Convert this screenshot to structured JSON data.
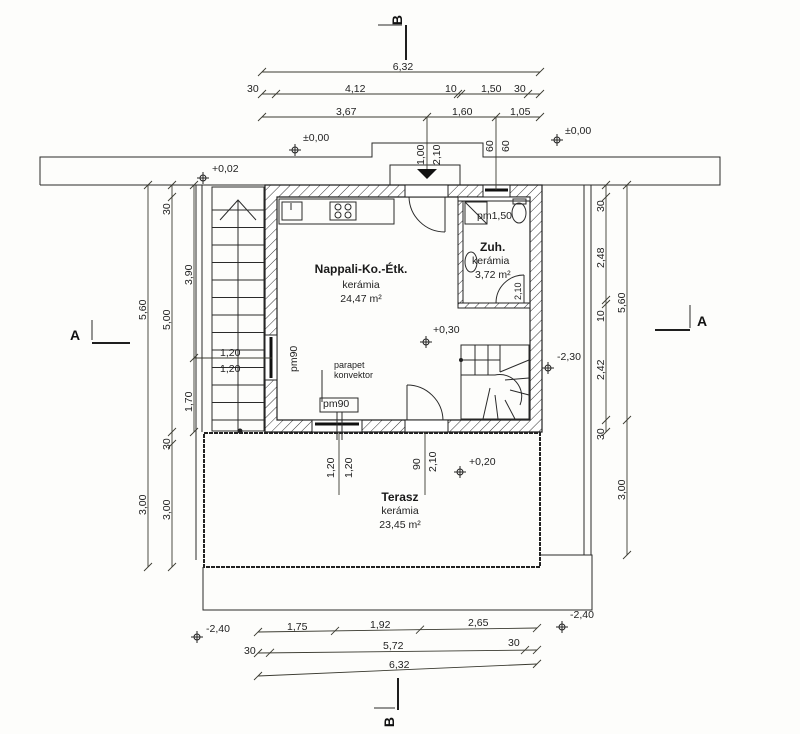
{
  "rooms": {
    "living": {
      "name": "Nappali-Ko.-Étk.",
      "floor": "kerámia",
      "area": "24,47 m²"
    },
    "bath": {
      "name": "Zuh.",
      "floor": "kerámia",
      "area": "3,72 m²"
    },
    "terrace": {
      "name": "Terasz",
      "floor": "kerámia",
      "area": "23,45 m²"
    }
  },
  "annotations": {
    "parapet": "parapet",
    "konvektor": "konvektor",
    "pm90_left": "pm90",
    "pm90_bottom": "pm90",
    "pm150": "pm1,50",
    "bath_door": "2,10"
  },
  "levels": {
    "top_left": "±0,00",
    "top_right": "±0,00",
    "corner": "+0,02",
    "living": "+0,30",
    "stair": "-2,30",
    "terrace": "+0,20",
    "bottom_left": "-2,40",
    "bottom_right": "-2,40"
  },
  "sections": {
    "a_left": "A",
    "a_right": "A",
    "b_top": "B",
    "b_bottom": "B"
  },
  "dims": {
    "top_total": "6,32",
    "top_row2": [
      "30",
      "4,12",
      "10",
      "1,50",
      "30"
    ],
    "top_row3": [
      "3,67",
      "1,60",
      "1,05"
    ],
    "entry_door": [
      "1,00",
      "2,10"
    ],
    "bath_window": [
      "60",
      "60"
    ],
    "left_outer": [
      "5,60",
      "3,00"
    ],
    "left_mid": [
      "30",
      "5,00",
      "30",
      "3,00"
    ],
    "left_inner": [
      "3,90",
      "1,70"
    ],
    "left_window": [
      "1,20",
      "1,20"
    ],
    "right_inner": [
      "30",
      "2,48",
      "10",
      "2,42",
      "30"
    ],
    "right_outer": [
      "5,60",
      "3,00"
    ],
    "terrace_window": [
      "1,20",
      "1,20"
    ],
    "terrace_door": [
      "90",
      "2,10"
    ],
    "bottom_row1": [
      "1,75",
      "1,92",
      "2,65"
    ],
    "bottom_row2": [
      "30",
      "5,72",
      "30"
    ],
    "bottom_total": "6,32"
  }
}
